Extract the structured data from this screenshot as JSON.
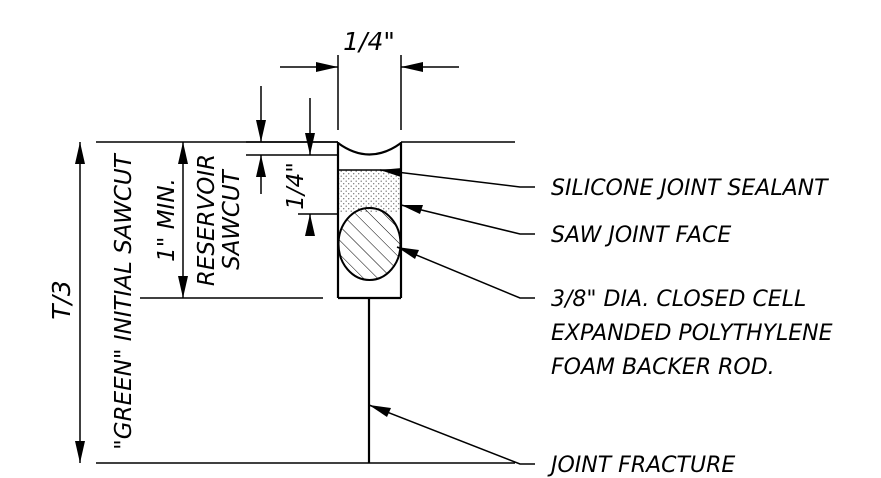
{
  "dimensions": {
    "joint_width": "1/4\"",
    "sealant_depth": "1/4\"",
    "reservoir_depth": "1\" MIN.",
    "reservoir_label_1": "RESERVOIR",
    "reservoir_label_2": "SAWCUT",
    "sawcut_depth": "T/3",
    "sawcut_label": "\"GREEN\" INITIAL SAWCUT"
  },
  "callouts": {
    "sealant": "SILICONE JOINT SEALANT",
    "joint_face": "SAW JOINT FACE",
    "backer_rod_line1": "3/8\" DIA. CLOSED CELL",
    "backer_rod_line2": "EXPANDED POLYTHYLENE",
    "backer_rod_line3": "FOAM BACKER ROD.",
    "fracture": "JOINT FRACTURE"
  },
  "colors": {
    "ink": "#000000",
    "paper": "#ffffff",
    "sealant_fill": "#e6e6e6"
  }
}
